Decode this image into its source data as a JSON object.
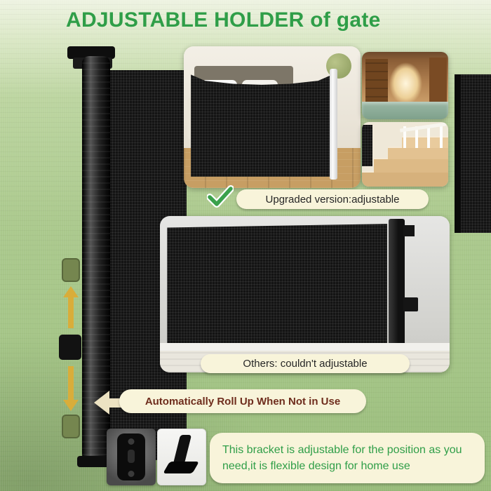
{
  "title": {
    "text": "ADJUSTABLE HOLDER of gate"
  },
  "badges": {
    "upgraded": {
      "label": "Upgraded version:adjustable",
      "icon": "check-icon"
    },
    "others": {
      "label": "Others: couldn't adjustable"
    },
    "roll_up": {
      "label": "Automatically Roll Up When Not in Use",
      "icon": "left-arrow-icon"
    },
    "bracket_note": {
      "label": "This bracket is adjustable for the position as you need,it is flexible design for home use"
    }
  },
  "annotations": {
    "adjust_arrows": [
      "up-arrow-icon",
      "down-arrow-icon"
    ]
  },
  "colors": {
    "title_green": "#2f9e48",
    "wall_green": "#a9c88c",
    "pill_cream": "#f8f4da",
    "check_green": "#3aa14c",
    "adjust_arrow_yellow": "#d9ad3a",
    "rollup_text_brown": "#6e2c1c",
    "note_text_green": "#2f9e48",
    "mesh_black": "#141414"
  },
  "scenes": {
    "main": "retractable-gate-roller-pole-with-mesh",
    "bedroom": "bedroom-doorway-with-retractable-gate",
    "hallway": "hallway-with-retractable-gate",
    "stairs": "staircase-with-retractable-gate",
    "others": "competitor-gate-not-adjustable",
    "bracket_front": "adjustable-bracket-front-view",
    "bracket_side": "adjustable-bracket-side-view"
  }
}
